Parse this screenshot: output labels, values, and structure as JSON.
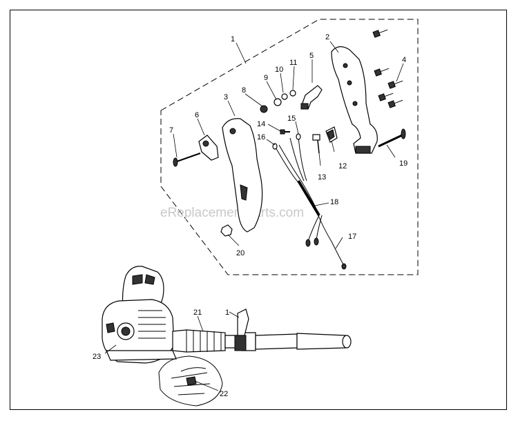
{
  "watermark": "eReplacementParts.com",
  "callouts": [
    {
      "id": "1",
      "text": "1"
    },
    {
      "id": "2",
      "text": "2"
    },
    {
      "id": "3",
      "text": "3"
    },
    {
      "id": "4",
      "text": "4"
    },
    {
      "id": "5",
      "text": "5"
    },
    {
      "id": "6",
      "text": "6"
    },
    {
      "id": "7",
      "text": "7"
    },
    {
      "id": "8",
      "text": "8"
    },
    {
      "id": "9",
      "text": "9"
    },
    {
      "id": "10",
      "text": "10"
    },
    {
      "id": "11",
      "text": "11"
    },
    {
      "id": "12",
      "text": "12"
    },
    {
      "id": "13",
      "text": "13"
    },
    {
      "id": "14",
      "text": "14"
    },
    {
      "id": "15",
      "text": "15"
    },
    {
      "id": "16",
      "text": "16"
    },
    {
      "id": "17",
      "text": "17"
    },
    {
      "id": "18",
      "text": "18"
    },
    {
      "id": "19",
      "text": "19"
    },
    {
      "id": "20",
      "text": "20"
    },
    {
      "id": "21",
      "text": "21"
    },
    {
      "id": "1b",
      "text": "1"
    },
    {
      "id": "22",
      "text": "22"
    },
    {
      "id": "23",
      "text": "23"
    }
  ]
}
